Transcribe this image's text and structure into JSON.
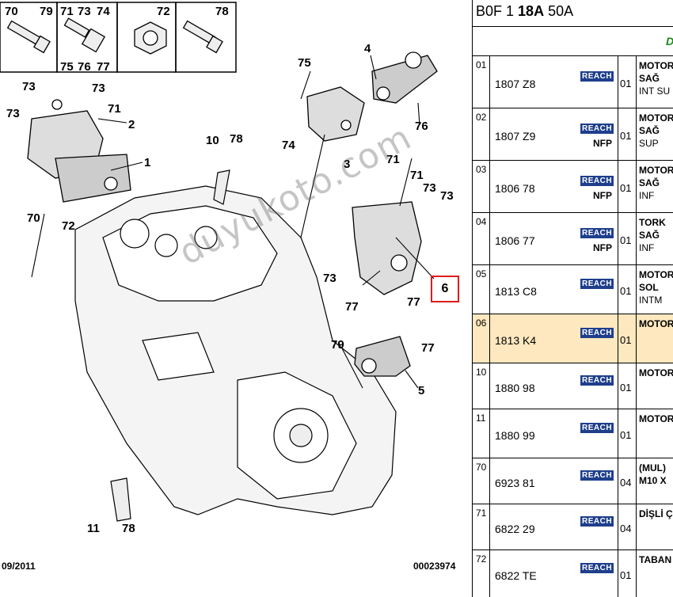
{
  "diagram": {
    "header_labels": [
      "70",
      "79",
      "71",
      "73",
      "74",
      "72",
      "78",
      "75",
      "76",
      "77"
    ],
    "callouts": [
      "73",
      "73",
      "71",
      "73",
      "2",
      "1",
      "70",
      "72",
      "75",
      "74",
      "4",
      "3",
      "76",
      "10",
      "78",
      "71",
      "71",
      "73",
      "73",
      "73",
      "77",
      "77",
      "77",
      "79",
      "5",
      "11",
      "78"
    ],
    "highlighted_callout": "6",
    "date_code": "09/2011",
    "drawing_number": "00023974",
    "watermark": "duyukoto.com"
  },
  "table": {
    "header_prefix": "B0F 1",
    "header_bold": "18A",
    "header_suffix": "50A",
    "subheader_partial": "D",
    "badge_label": "REACH",
    "rows": [
      {
        "idx": "01",
        "pn": "1807 Z8",
        "nfp": "",
        "qty": "01",
        "d1": "MOTOR",
        "d2": "SAĞ",
        "d3": "INT SU"
      },
      {
        "idx": "02",
        "pn": "1807 Z9",
        "nfp": "NFP",
        "qty": "01",
        "d1": "MOTOR",
        "d2": "SAĞ",
        "d3": "SUP"
      },
      {
        "idx": "03",
        "pn": "1806 78",
        "nfp": "NFP",
        "qty": "01",
        "d1": "MOTOR",
        "d2": "SAĞ",
        "d3": "INF"
      },
      {
        "idx": "04",
        "pn": "1806 77",
        "nfp": "NFP",
        "qty": "01",
        "d1": "TORK",
        "d2": "SAĞ",
        "d3": "INF"
      },
      {
        "idx": "05",
        "pn": "1813 C8",
        "nfp": "",
        "qty": "01",
        "d1": "MOTOR",
        "d2": "SOL",
        "d3": "INTM"
      },
      {
        "idx": "06",
        "pn": "1813 K4",
        "nfp": "",
        "qty": "01",
        "d1": "MOTOR",
        "d2": "",
        "d3": ""
      },
      {
        "idx": "10",
        "pn": "1880 98",
        "nfp": "",
        "qty": "01",
        "d1": "MOTOR",
        "d2": "",
        "d3": ""
      },
      {
        "idx": "11",
        "pn": "1880 99",
        "nfp": "",
        "qty": "01",
        "d1": "MOTOR",
        "d2": "",
        "d3": ""
      },
      {
        "idx": "70",
        "pn": "6923 81",
        "nfp": "",
        "qty": "04",
        "d1": "(MUL)",
        "d2": "M10 X",
        "d3": ""
      },
      {
        "idx": "71",
        "pn": "6822 29",
        "nfp": "",
        "qty": "04",
        "d1": "DİŞLİ Ç",
        "d2": "",
        "d3": ""
      },
      {
        "idx": "72",
        "pn": "6822 TE",
        "nfp": "",
        "qty": "01",
        "d1": "TABAN",
        "d2": "",
        "d3": ""
      }
    ]
  },
  "colors": {
    "highlight_row": "#fde8bf",
    "badge": "#1f3f8c",
    "red_box": "#e01b1b",
    "subhead_text": "#1a8a1a"
  }
}
